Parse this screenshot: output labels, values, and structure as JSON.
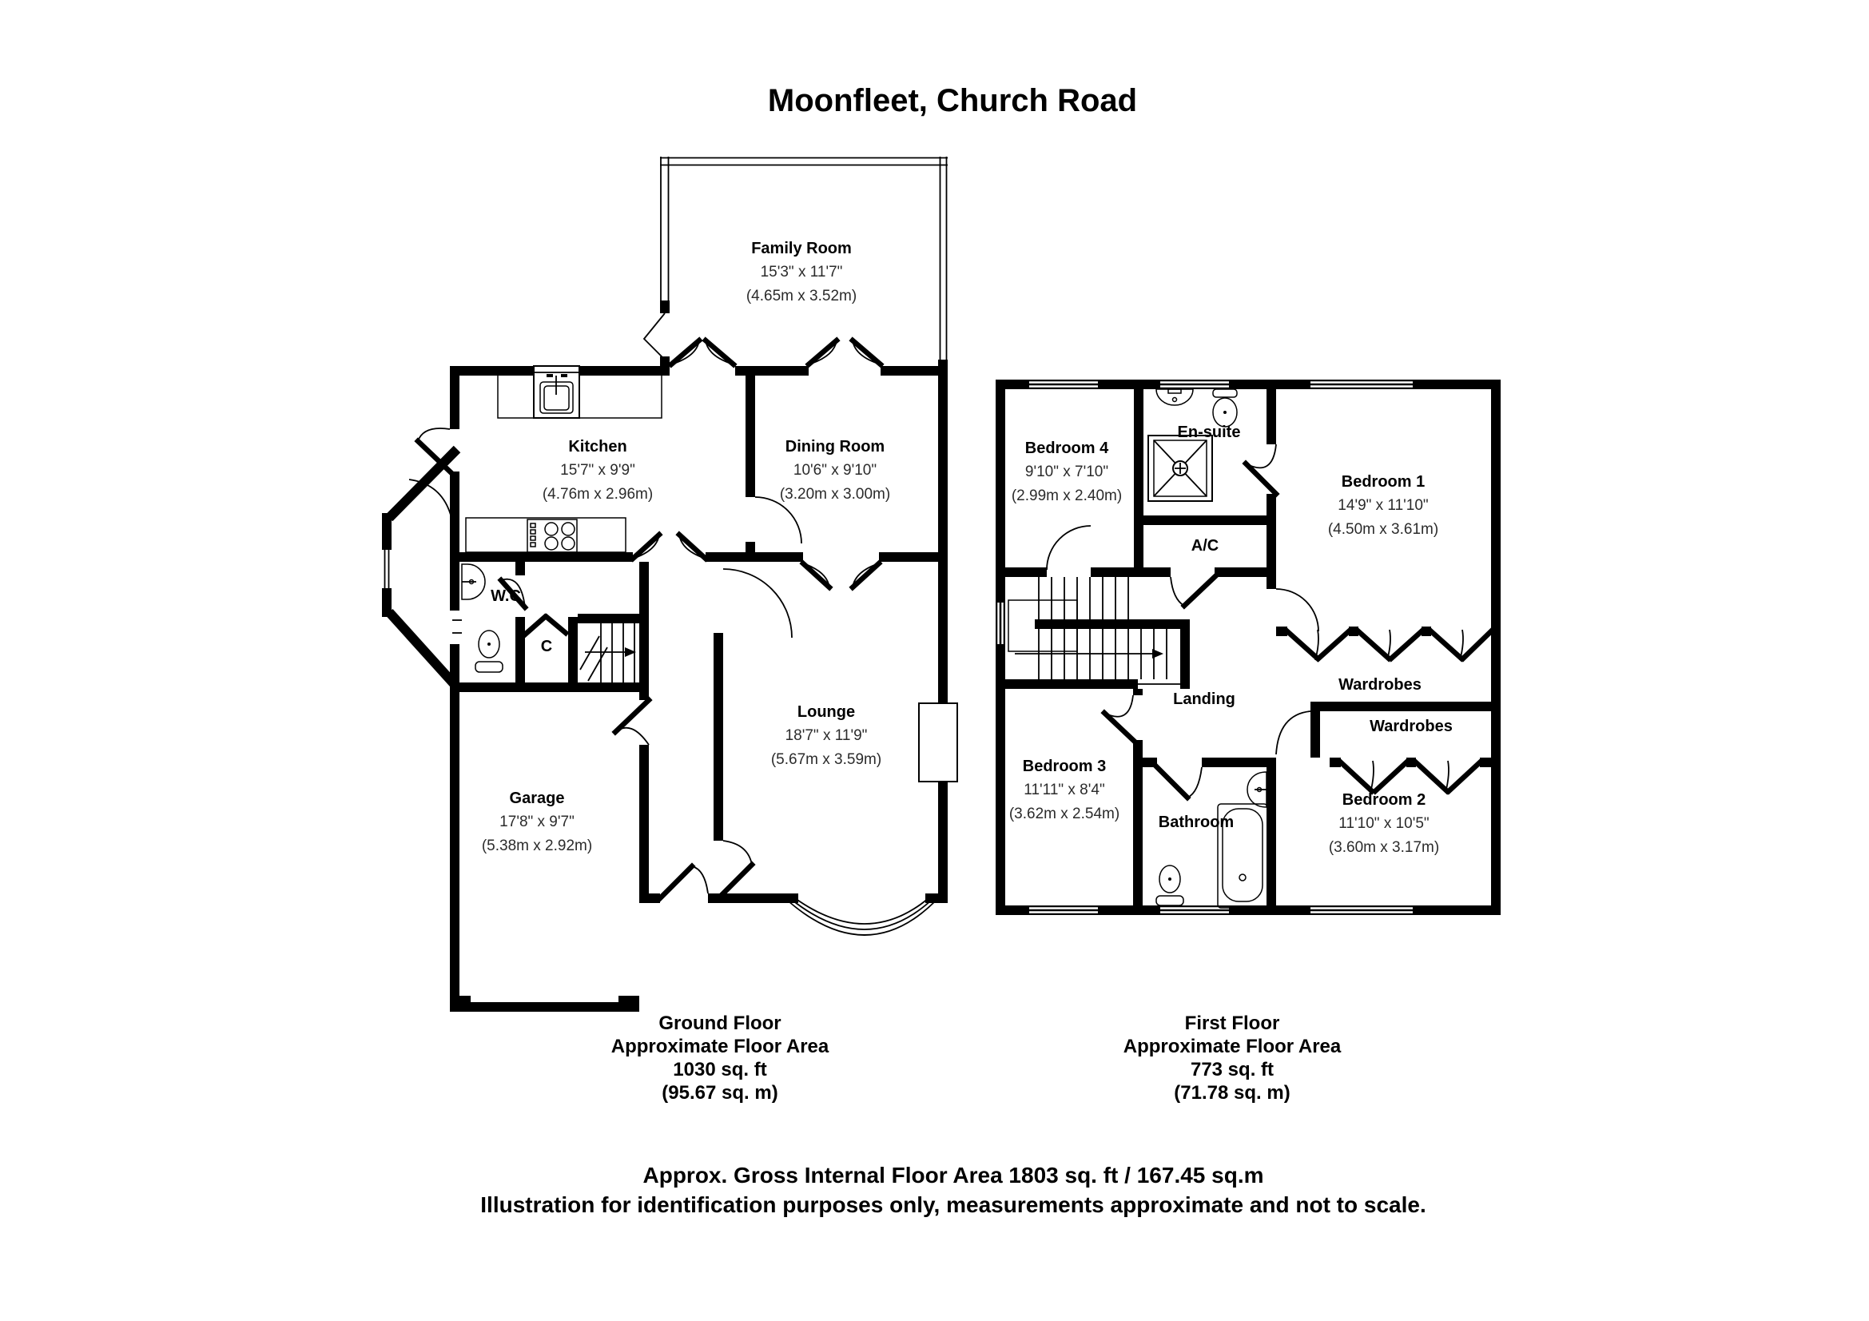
{
  "title": "Moonfleet, Church Road",
  "ground_floor": {
    "caption": {
      "line1": "Ground Floor",
      "line2": "Approximate Floor Area",
      "line3": "1030 sq. ft",
      "line4": "(95.67 sq. m)"
    },
    "rooms": {
      "family_room": {
        "name": "Family Room",
        "imperial": "15'3\" x 11'7\"",
        "metric": "(4.65m x 3.52m)"
      },
      "kitchen": {
        "name": "Kitchen",
        "imperial": "15'7\" x 9'9\"",
        "metric": "(4.76m x 2.96m)"
      },
      "dining_room": {
        "name": "Dining Room",
        "imperial": "10'6\" x 9'10\"",
        "metric": "(3.20m x 3.00m)"
      },
      "wc": {
        "name": "W.C"
      },
      "cupboard": {
        "name": "C"
      },
      "lounge": {
        "name": "Lounge",
        "imperial": "18'7\" x 11'9\"",
        "metric": "(5.67m x 3.59m)"
      },
      "garage": {
        "name": "Garage",
        "imperial": "17'8\" x 9'7\"",
        "metric": "(5.38m x 2.92m)"
      }
    }
  },
  "first_floor": {
    "caption": {
      "line1": "First Floor",
      "line2": "Approximate Floor Area",
      "line3": "773 sq. ft",
      "line4": "(71.78 sq. m)"
    },
    "rooms": {
      "bedroom_1": {
        "name": "Bedroom 1",
        "imperial": "14'9\" x 11'10\"",
        "metric": "(4.50m x 3.61m)"
      },
      "bedroom_2": {
        "name": "Bedroom 2",
        "imperial": "11'10\" x 10'5\"",
        "metric": "(3.60m x 3.17m)"
      },
      "bedroom_3": {
        "name": "Bedroom 3",
        "imperial": "11'11\" x 8'4\"",
        "metric": "(3.62m x 2.54m)"
      },
      "bedroom_4": {
        "name": "Bedroom 4",
        "imperial": "9'10\" x 7'10\"",
        "metric": "(2.99m x 2.40m)"
      },
      "en_suite": {
        "name": "En-suite"
      },
      "ac": {
        "name": "A/C"
      },
      "landing": {
        "name": "Landing"
      },
      "wardrobes_1": {
        "name": "Wardrobes"
      },
      "wardrobes_2": {
        "name": "Wardrobes"
      },
      "bathroom": {
        "name": "Bathroom"
      }
    }
  },
  "footer": {
    "line1": "Approx. Gross Internal Floor Area 1803 sq. ft / 167.45 sq.m",
    "line2": "Illustration for identification purposes only, measurements approximate and not to scale."
  },
  "icons": {
    "toilet": "toilet-icon",
    "sink": "sink-icon",
    "bath": "bath-icon",
    "shower": "shower-icon",
    "hob": "hob-icon",
    "kitchen_sink": "kitchen-sink-icon",
    "stairs": "stairs-icon"
  },
  "colors": {
    "walls": "#000000",
    "background": "#ffffff",
    "text": "#000000"
  }
}
